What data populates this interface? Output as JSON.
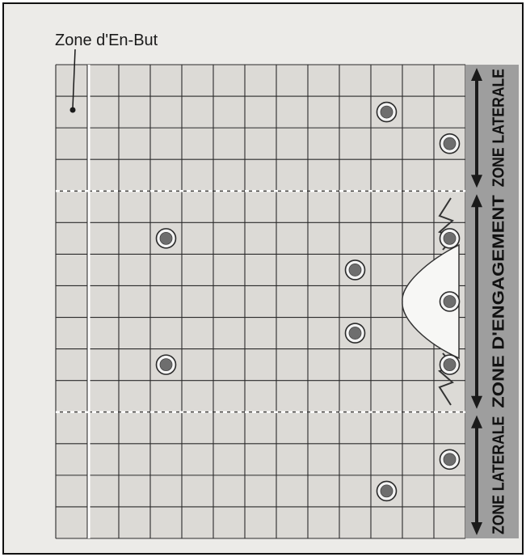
{
  "diagram": {
    "title": "Zone d'En-But",
    "zone_labels": {
      "top": "ZONE LATERALE",
      "middle": "ZONE D'ENGAGEMENT",
      "bottom": "ZONE LATERALE"
    },
    "grid": {
      "columns": 13,
      "rows": 15,
      "endzone_columns": 1
    },
    "zones_rows": [
      [
        0,
        4
      ],
      [
        4,
        11
      ],
      [
        11,
        15
      ]
    ],
    "players": [
      {
        "col": 10,
        "row": 1
      },
      {
        "col": 12,
        "row": 2
      },
      {
        "col": 3,
        "row": 5
      },
      {
        "col": 12,
        "row": 5
      },
      {
        "col": 9,
        "row": 6
      },
      {
        "col": 12,
        "row": 7
      },
      {
        "col": 9,
        "row": 8
      },
      {
        "col": 3,
        "row": 9
      },
      {
        "col": 12,
        "row": 9
      },
      {
        "col": 12,
        "row": 12
      },
      {
        "col": 10,
        "row": 13
      }
    ],
    "colors": {
      "field": "#dcdad6",
      "grid_line": "#2a2a2a",
      "sideline": "#ffffff",
      "zone_divider": "#ffffff",
      "label_band": "#9e9e9e",
      "arrow": "#1a1a1a",
      "player_ring": "#f4f4f4",
      "player_fill": "#6e6e6e"
    }
  }
}
